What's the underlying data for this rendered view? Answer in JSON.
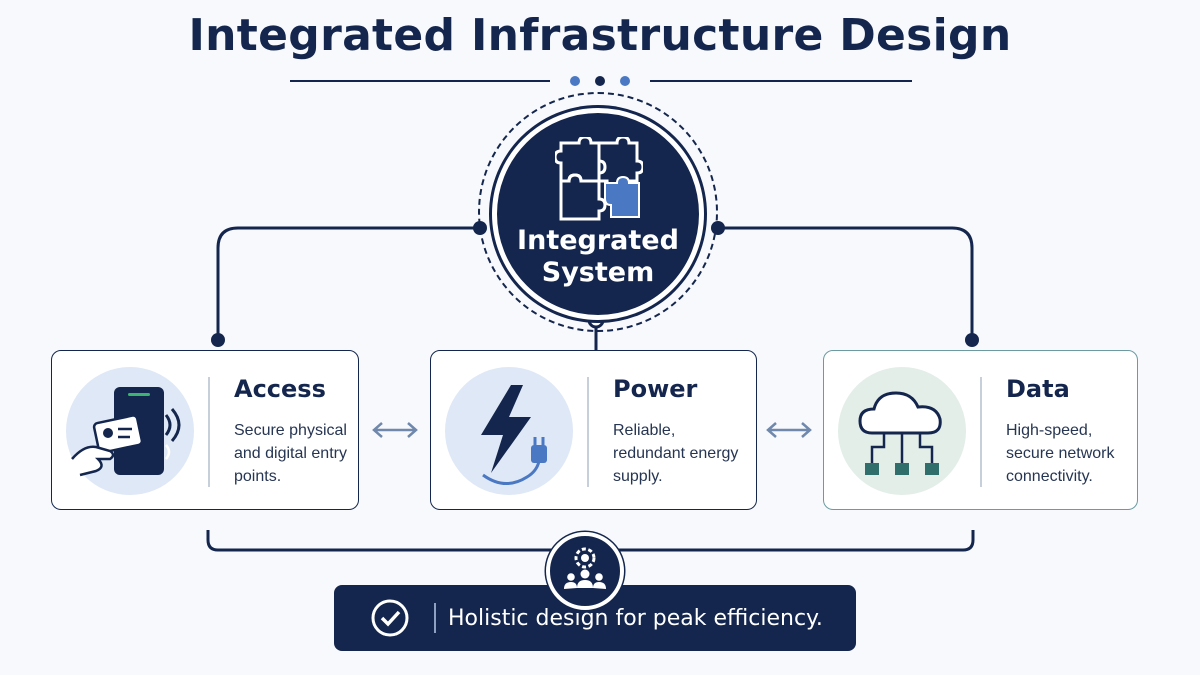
{
  "title": "Integrated Infrastructure Design",
  "hub": {
    "label": "Integrated\nSystem",
    "icon": "puzzle-icon"
  },
  "cards": [
    {
      "title": "Access",
      "description": "Secure physical and digital entry points.",
      "icon": "access-card-phone-icon"
    },
    {
      "title": "Power",
      "description": "Reliable, redundant energy supply.",
      "icon": "lightning-plug-icon"
    },
    {
      "title": "Data",
      "description": "High-speed, secure network connectivity.",
      "icon": "cloud-network-icon"
    }
  ],
  "footer": {
    "text": "Holistic design for peak efficiency.",
    "icon": "check-circle-icon",
    "badge_icon": "team-gear-icon"
  },
  "colors": {
    "navy": "#14264d",
    "accent_blue": "#4a78c2",
    "data_teal": "#6b9aa0",
    "data_green": "#2f6e6a"
  }
}
